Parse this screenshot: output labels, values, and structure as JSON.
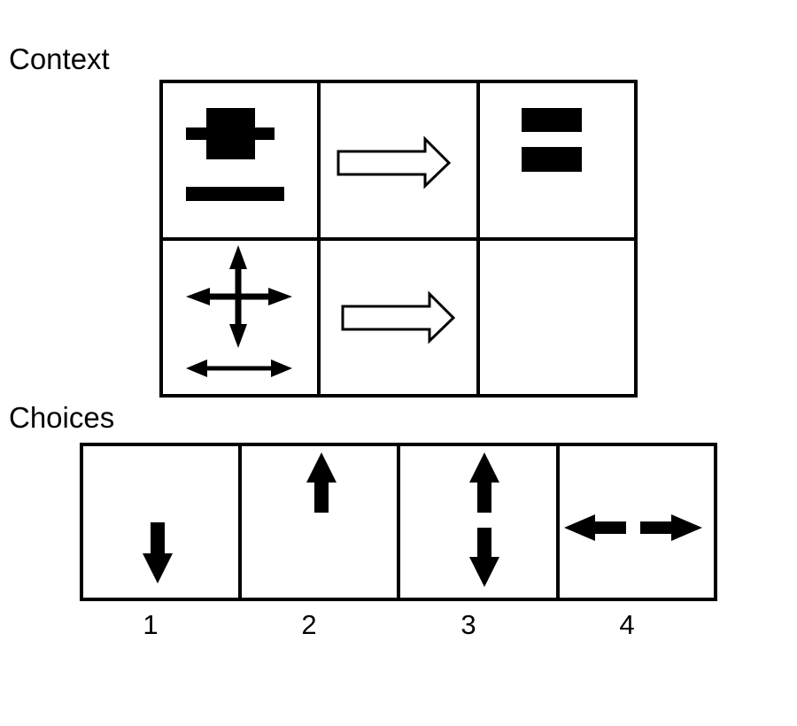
{
  "context": {
    "label": "Context"
  },
  "choices": {
    "label": "Choices",
    "numbers": [
      "1",
      "2",
      "3",
      "4"
    ]
  }
}
